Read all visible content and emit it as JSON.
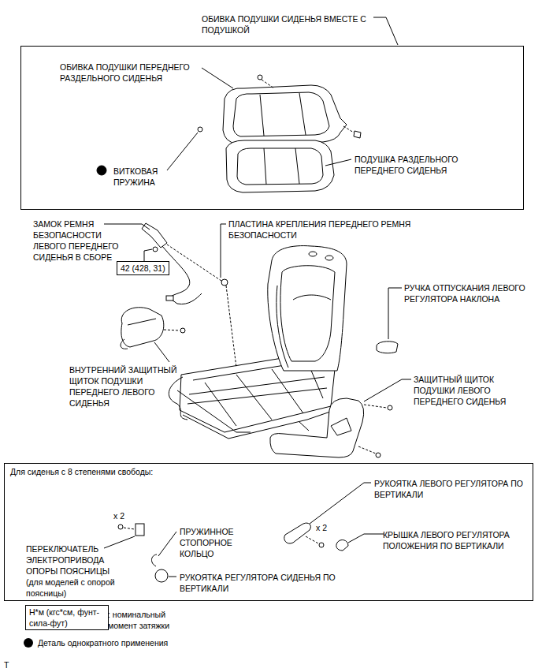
{
  "diagram": {
    "nodes": [
      {
        "text": [
          "ОБИВКА ПОДУШКИ СИДЕНЬЯ ВМЕСТЕ С ПОДУШКОЙ",
          "ОБИВКА ПОДУШКИ ПЕРЕДНЕГО РАЗДЕЛЬНОГО СИДЕНЬЯ",
          "ВИТКОВАЯ ПРУЖИНА",
          "ПОДУШКА РАЗДЕЛЬНОГО ПЕРЕДНЕГО СИДЕНЬЯ"
        ]
      },
      {
        "text": [
          "42 (428, 31)"
        ]
      },
      {
        "text": [
          "Для сиденья с 8 степенями свободы:",
          "x 2",
          "ПЕРЕКЛЮЧАТЕЛЬ ЭЛЕКТРОПРИВОДА ОПОРЫ ПОЯСНИЦЫ (для моделей с опорой поясницы)",
          "ПРУЖИННОЕ СТОПОРНОЕ КОЛЬЦО",
          "РУКОЯТКА РЕГУЛЯТОРА СИДЕНЬЯ ПО ВЕРТИКАЛИ",
          "РУКОЯТКА ЛЕВОГО РЕГУЛЯТОРА ПО ВЕРТИКАЛИ",
          "x 2",
          "КРЫШКА ЛЕВОГО РЕГУЛЯТОРА ПОЛОЖЕНИЯ ПО ВЕРТИКАЛИ"
        ]
      },
      {
        "text": [
          "Н*м (кгс*см, фунт-сила-фут)"
        ]
      }
    ],
    "labels": [
      "ЗАМОК РЕМНЯ БЕЗОПАСНОСТИ ЛЕВОГО ПЕРЕДНЕГО СИДЕНЬЯ В СБОРЕ",
      "ПЛАСТИНА КРЕПЛЕНИЯ ПЕРЕДНЕГО РЕМНЯ БЕЗОПАСНОСТИ",
      "РУЧКА ОТПУСКАНИЯ ЛЕВОГО РЕГУЛЯТОРА НАКЛОНА",
      "ВНУТРЕННИЙ ЗАЩИТНЫЙ ЩИТОК ПОДУШКИ ПЕРЕДНЕГО ЛЕВОГО СИДЕНЬЯ",
      "ЗАЩИТНЫЙ ЩИТОК ПОДУШКИ ЛЕВОГО ПЕРЕДНЕГО СИДЕНЬЯ",
      "T"
    ],
    "legend": [
      {
        "text": ": номинальный момент затяжки"
      },
      {
        "text": "Деталь однократного применения",
        "color": "#000000"
      }
    ]
  }
}
